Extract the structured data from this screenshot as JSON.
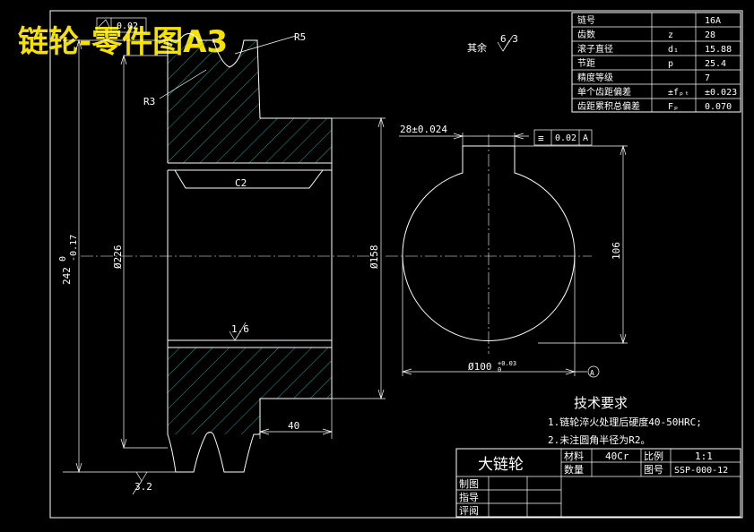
{
  "banner_title": "链轮-零件图A3",
  "part_view": {
    "tolerance_frame_value": "0.02",
    "radius_r5": "R5",
    "radius_r3": "R3",
    "chamfer_label": "C2",
    "bore_diameter": "Ø226",
    "hub_diameter": "Ø158",
    "overall_dim_nominal": "242",
    "overall_dim_upper": "0",
    "overall_dim_lower": "-0.17",
    "hub_length": "40",
    "roughness_inner": "1.6",
    "roughness_bottom": "3.2"
  },
  "surface_finish": {
    "rest_label": "其余",
    "rest_value": "6.3"
  },
  "end_view": {
    "keyway_width": "28±0.024",
    "symmetry_symbol": "≡",
    "symmetry_value": "0.02",
    "datum": "A",
    "bore_diameter": "Ø100",
    "bore_tolerance": "+0.03",
    "bore_tolerance_lower": "0",
    "key_depth": "106",
    "datum_marker": "A"
  },
  "parameter_table": [
    {
      "name": "链号",
      "symbol": "",
      "value": "16A"
    },
    {
      "name": "齿数",
      "symbol": "z",
      "value": "28"
    },
    {
      "name": "滚子直径",
      "symbol": "d₁",
      "value": "15.88"
    },
    {
      "name": "节距",
      "symbol": "p",
      "value": "25.4"
    },
    {
      "name": "精度等级",
      "symbol": "",
      "value": "7"
    },
    {
      "name": "单个齿距偏差",
      "symbol": "±fₚₜ",
      "value": "±0.023"
    },
    {
      "name": "齿距累积总偏差",
      "symbol": "Fₚ",
      "value": "0.070"
    }
  ],
  "tech_requirements": {
    "title": "技术要求",
    "items": [
      "1.链轮淬火处理后硬度40-50HRC;",
      "2.未注圆角半径为R2。"
    ]
  },
  "title_block": {
    "part_name": "大链轮",
    "material_label": "材料",
    "material_value": "40Cr",
    "scale_label": "比例",
    "scale_value": "1:1",
    "quantity_label": "数量",
    "drawing_no_label": "图号",
    "drawing_no_value": "SSP-000-12",
    "drawn_by": "制图",
    "reviewed_by": "指导",
    "approved_by": "评阅"
  }
}
